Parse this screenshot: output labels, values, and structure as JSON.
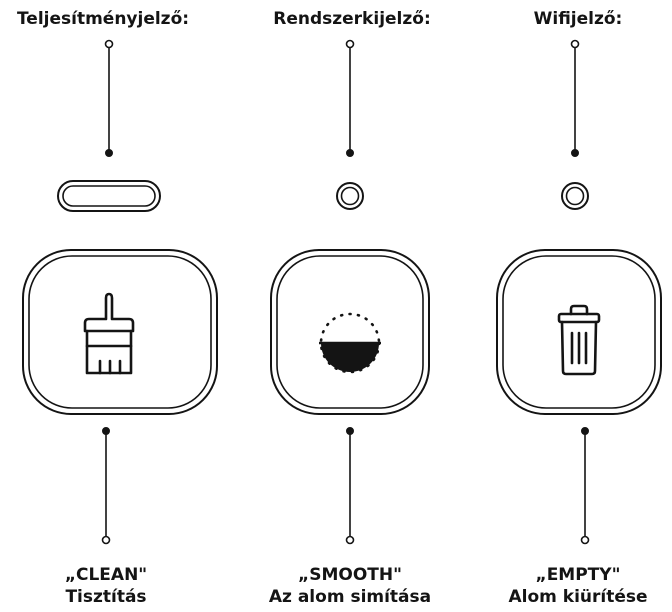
{
  "indicators": {
    "performance_label": "Teljesítményjelző:",
    "system_label": "Rendszerkijelző:",
    "wifi_label": "Wifijelző:"
  },
  "buttons": {
    "clean": {
      "code": "„CLEAN\"",
      "desc": "Tisztítás",
      "icon": "brush-icon"
    },
    "smooth": {
      "code": "„SMOOTH\"",
      "desc": "Az alom simítása",
      "icon": "half-bowl-icon"
    },
    "empty": {
      "code": "„EMPTY\"",
      "desc": "Alom kiürítése",
      "icon": "trash-icon"
    }
  }
}
